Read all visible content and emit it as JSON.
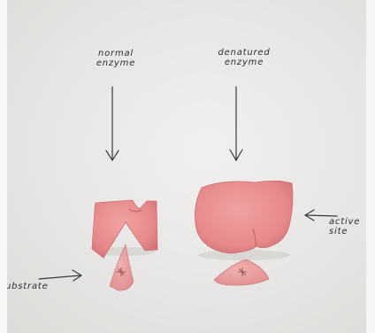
{
  "labels": {
    "normal_enzyme": "normal\nenzyme",
    "denatured_enzyme": "denatured\nenzyme",
    "active_site": "active\nsite",
    "substrate": "substrate"
  },
  "colors": {
    "paper": "#e9e8e6",
    "clay": "#e88a8c",
    "clay_shadow": "#c86a6e",
    "ink": "#2e2e30"
  }
}
